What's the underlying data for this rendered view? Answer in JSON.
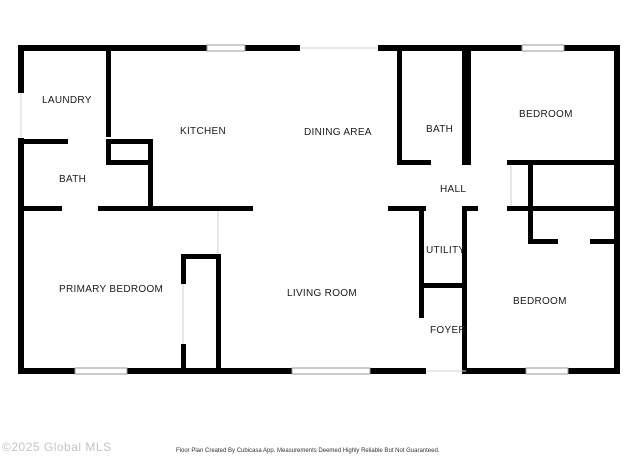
{
  "rooms": {
    "laundry": "LAUNDRY",
    "kitchen": "KITCHEN",
    "dining_area": "DINING AREA",
    "bath_left": "BATH",
    "bath_right": "BATH",
    "bedroom_top": "BEDROOM",
    "hall": "HALL",
    "utility": "UTILITY",
    "primary_bedroom": "PRIMARY BEDROOM",
    "living_room": "LIVING ROOM",
    "foyer": "FOYER",
    "bedroom_bottom": "BEDROOM"
  },
  "watermark": "©2025 Global MLS",
  "footer_note": "Floor Plan Created By Cubicasa App. Measurements Deemed Highly Reliable But Not Guaranteed."
}
